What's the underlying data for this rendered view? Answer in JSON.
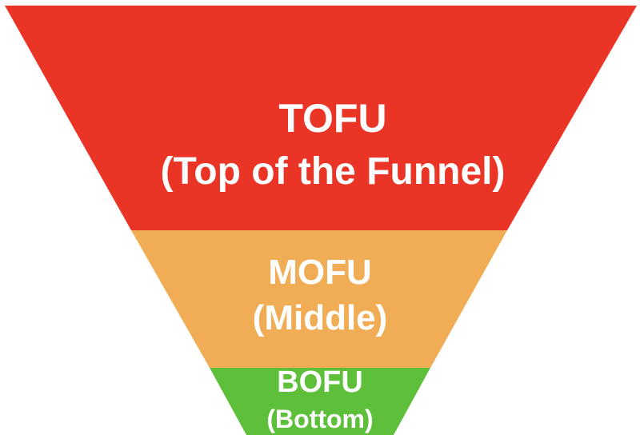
{
  "funnel": {
    "stages": [
      {
        "id": "tofu",
        "title": "TOFU",
        "subtitle": "(Top of the Funnel)",
        "color": "#e93426"
      },
      {
        "id": "mofu",
        "title": "MOFU",
        "subtitle": "(Middle)",
        "color": "#f0ad56"
      },
      {
        "id": "bofu",
        "title": "BOFU",
        "subtitle": "(Bottom)",
        "color": "#5ebf3a"
      }
    ]
  }
}
